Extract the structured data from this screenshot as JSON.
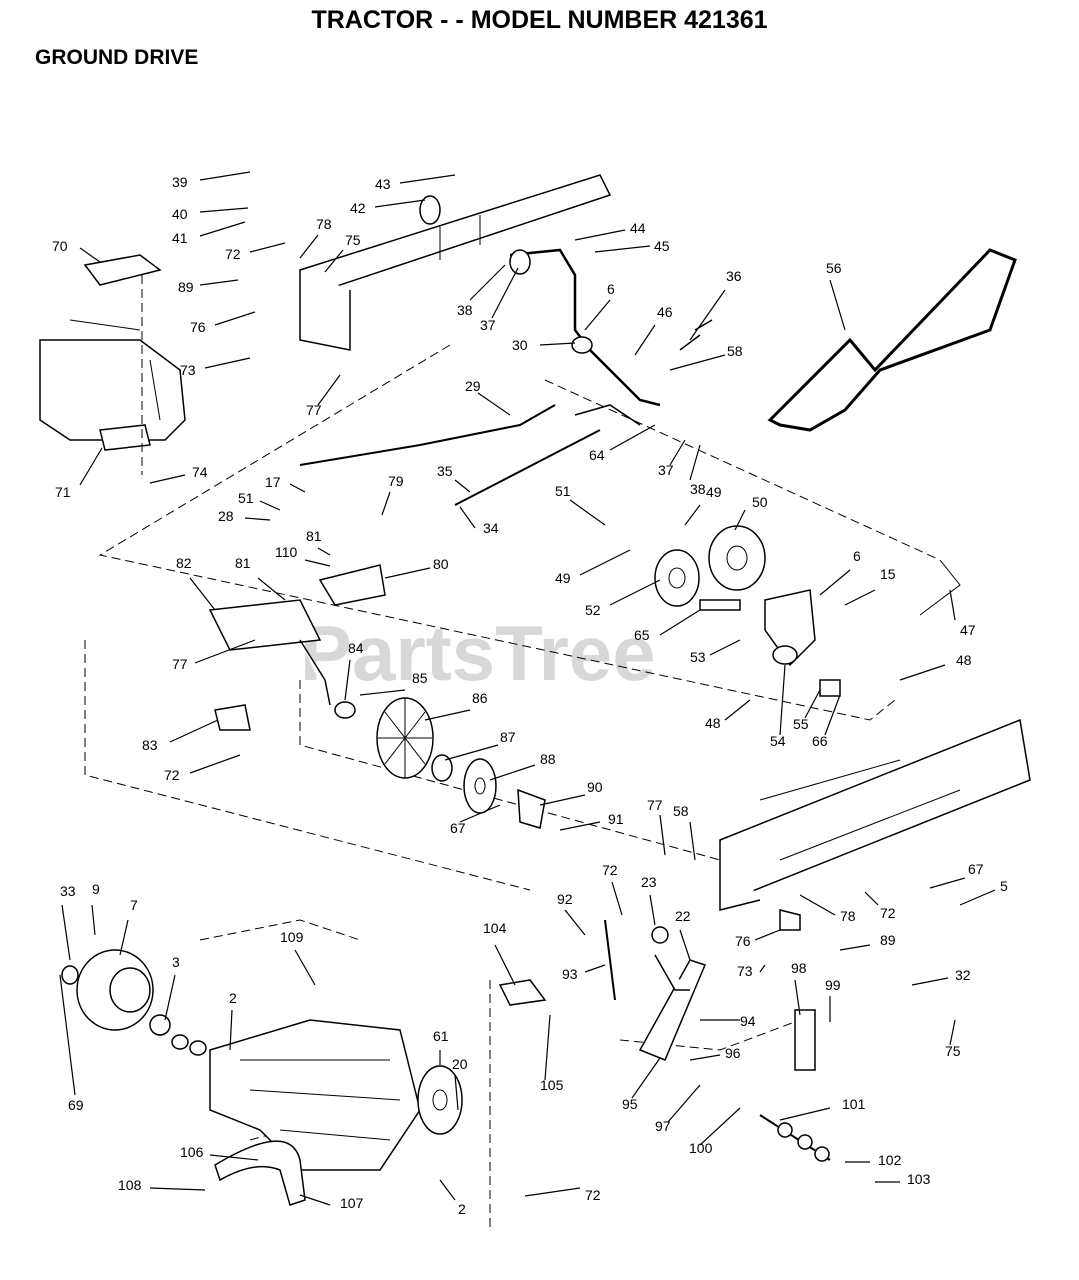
{
  "header": {
    "title": "TRACTOR - - MODEL NUMBER 421361",
    "section": "GROUND DRIVE"
  },
  "watermark": "PartsTree",
  "callouts": [
    "39",
    "40",
    "41",
    "43",
    "42",
    "44",
    "45",
    "70",
    "72",
    "78",
    "75",
    "89",
    "76",
    "36",
    "56",
    "6",
    "46",
    "38",
    "37",
    "30",
    "58",
    "73",
    "77",
    "29",
    "64",
    "37",
    "38",
    "35",
    "71",
    "74",
    "17",
    "79",
    "51",
    "28",
    "34",
    "51",
    "49",
    "50",
    "81",
    "110",
    "80",
    "82",
    "81",
    "6",
    "15",
    "49",
    "52",
    "65",
    "47",
    "53",
    "48",
    "84",
    "85",
    "77",
    "86",
    "48",
    "55",
    "66",
    "54",
    "83",
    "87",
    "72",
    "88",
    "90",
    "67",
    "91",
    "77",
    "58",
    "67",
    "5",
    "33",
    "9",
    "7",
    "92",
    "72",
    "23",
    "78",
    "72",
    "104",
    "22",
    "76",
    "89",
    "109",
    "3",
    "93",
    "73",
    "98",
    "99",
    "32",
    "94",
    "2",
    "61",
    "20",
    "75",
    "105",
    "96",
    "95",
    "97",
    "101",
    "69",
    "100",
    "106",
    "102",
    "103",
    "108",
    "107",
    "72",
    "2"
  ]
}
